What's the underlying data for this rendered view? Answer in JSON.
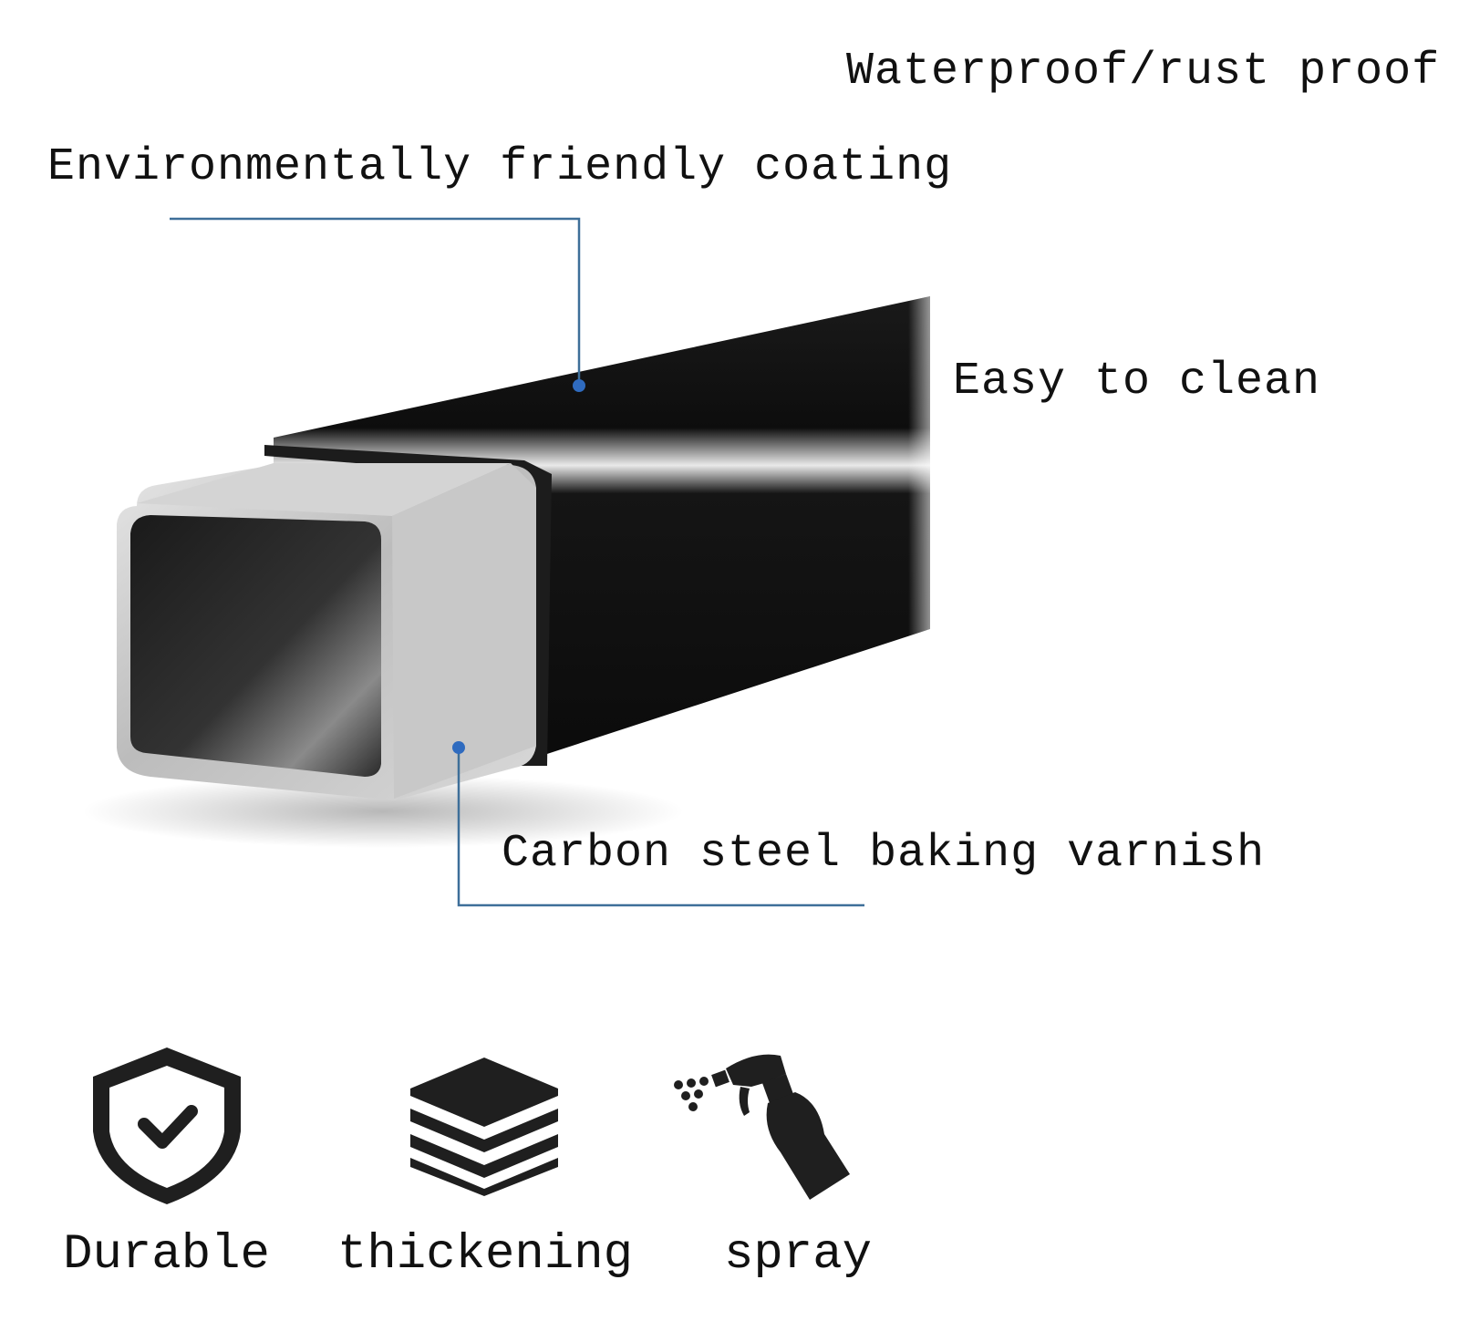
{
  "callouts": {
    "waterproof": "Waterproof/rust proof",
    "coating": "Environmentally friendly coating",
    "easy_clean": "Easy to clean",
    "carbon_steel": "Carbon steel baking varnish"
  },
  "features": [
    {
      "label": "Durable",
      "icon": "shield-check-icon"
    },
    {
      "label": "thickening",
      "icon": "layers-icon"
    },
    {
      "label": "spray",
      "icon": "spray-bottle-icon"
    }
  ],
  "colors": {
    "tube_black": "#111111",
    "steel_gray": "#b9b9b9",
    "callout_line": "#3e6f99",
    "callout_dot": "#2f6bbf",
    "text": "#111111",
    "icon": "#1f1f1f"
  }
}
